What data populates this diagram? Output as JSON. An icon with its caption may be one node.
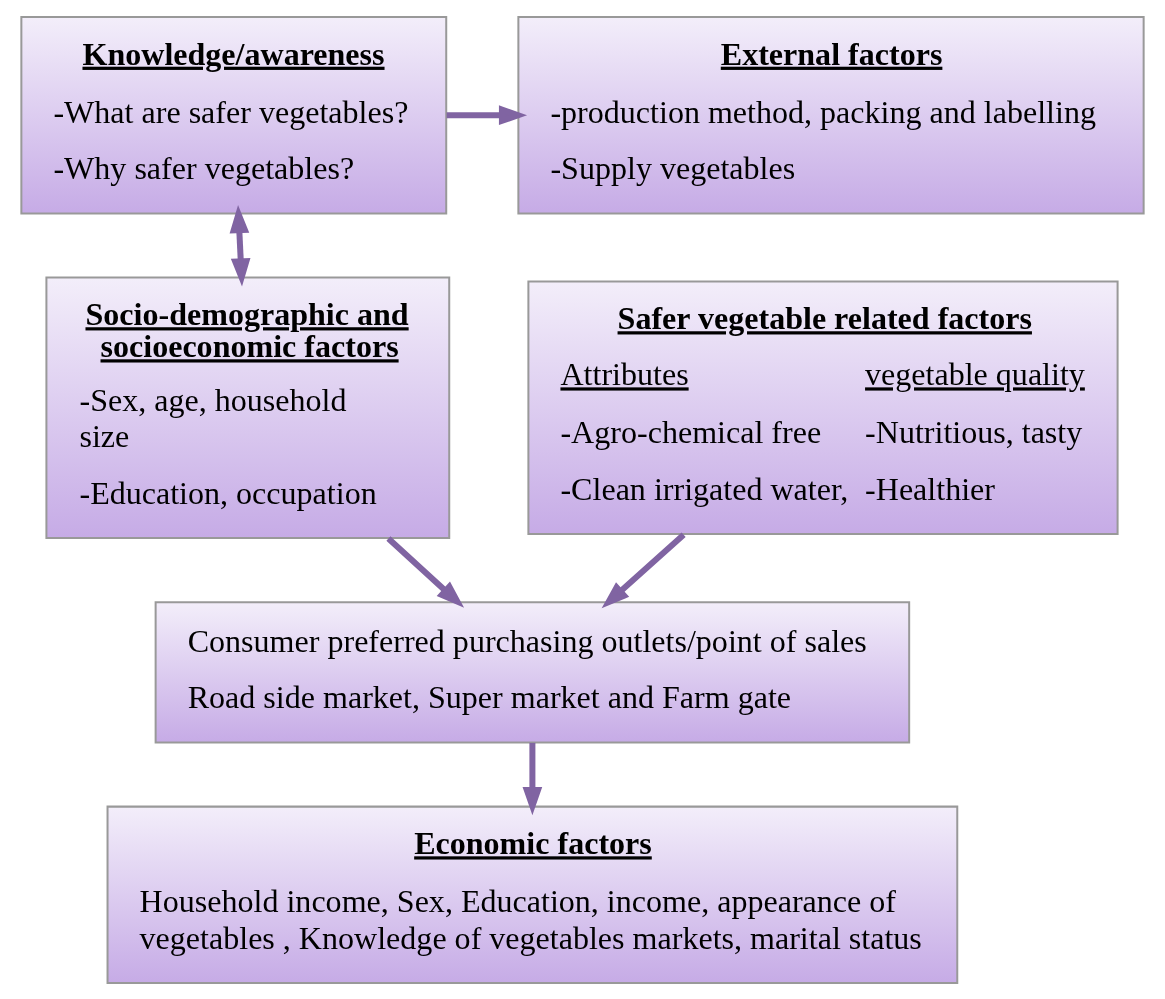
{
  "diagram": {
    "nodes": [
      {
        "text": [
          "External factors",
          "-production method, packing and labelling",
          "-Supply vegetables"
        ]
      },
      {
        "text": [
          "Knowledge/awareness",
          "-What are safer vegetables?",
          "-Why safer vegetables?"
        ]
      },
      {
        "text": [
          "Safer vegetable related factors",
          "Attributes",
          "vegetable quality",
          "-Agro-chemical free",
          "-Nutritious, tasty",
          "-Clean irrigated water,",
          "-Healthier"
        ]
      },
      {
        "text": [
          "Socio-demographic and socioeconomic factors",
          "-Sex, age, household size",
          "-Education, occupation"
        ]
      },
      {
        "text": [
          "Consumer preferred purchasing outlets/point of sales",
          "Road side market, Super market and Farm gate"
        ]
      },
      {
        "text": [
          "Economic factors",
          "Household income, Sex, Education, income, appearance of vegetables , Knowledge of vegetables markets, marital status"
        ]
      }
    ],
    "edges": [
      {
        "from": 1,
        "to": 0,
        "arrow": "to"
      },
      {
        "from": 1,
        "to": 3,
        "arrow": "both"
      },
      {
        "from": 2,
        "to": 4,
        "arrow": "to"
      },
      {
        "from": 3,
        "to": 4,
        "arrow": "to"
      },
      {
        "from": 4,
        "to": 5,
        "arrow": "to"
      }
    ]
  }
}
